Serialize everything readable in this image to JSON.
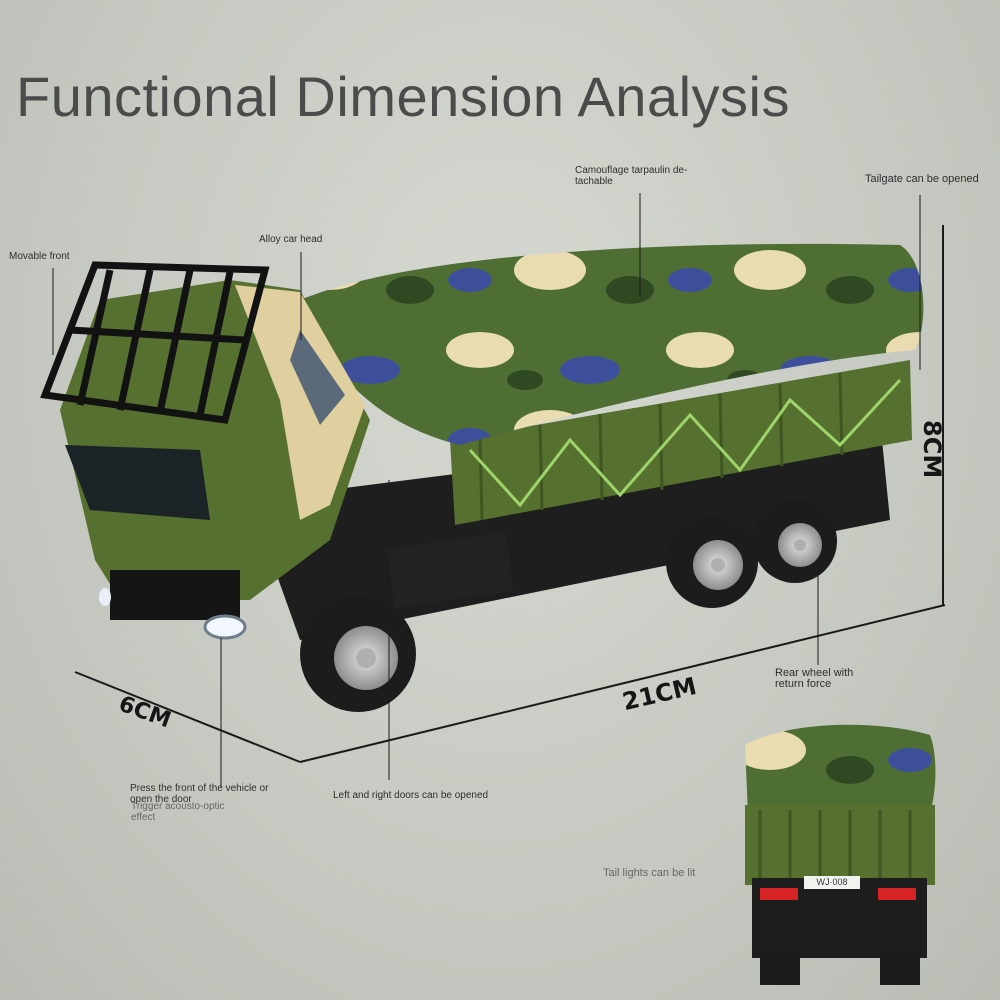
{
  "title": "Functional Dimension Analysis",
  "annotations": {
    "movable_front": "Movable front",
    "alloy_head": "Alloy car head",
    "tarpaulin_line1": "Camouflage tarpaulin de-",
    "tarpaulin_line2": "tachable",
    "tailgate": "Tailgate can be opened",
    "rear_wheel_line1": "Rear wheel with",
    "rear_wheel_line2": "return force",
    "press_front_line1": "Press the front of the vehicle or",
    "press_front_line2": "open the door",
    "trigger_line1": "Trigger acousto-optic",
    "trigger_line2": "effect",
    "doors": "Left and right doors can be opened",
    "tail_lights": "Tail lights can be lit"
  },
  "dimensions": {
    "width": "6CM",
    "length": "21CM",
    "height": "8CM"
  },
  "license_plate": "WJ·008",
  "colors": {
    "background": "#c9ccc4",
    "camo_green": "#4f6e34",
    "camo_tan": "#e8dcb0",
    "camo_blue": "#3d4f9a",
    "body_green": "#55702f",
    "tire_black": "#1c1c1c"
  }
}
